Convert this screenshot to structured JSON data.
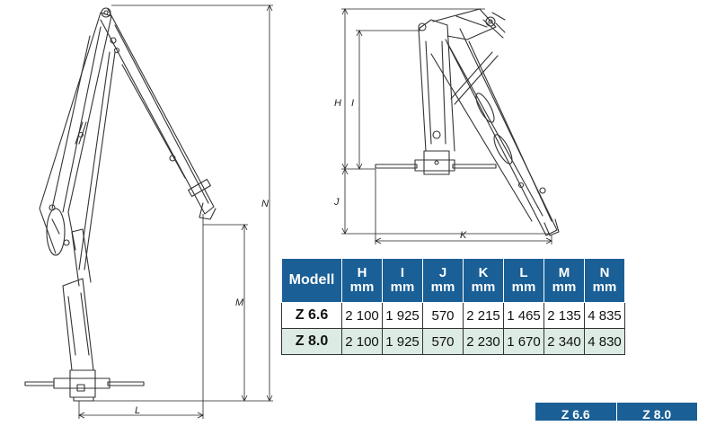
{
  "dimensions": {
    "H": "H",
    "I": "I",
    "J": "J",
    "K": "K",
    "L": "L",
    "M": "M",
    "N": "N"
  },
  "table": {
    "header": [
      "Modell",
      "H\nmm",
      "I\nmm",
      "J\nmm",
      "K\nmm",
      "L\nmm",
      "M\nmm",
      "N\nmm"
    ],
    "header_letters": [
      "H",
      "I",
      "J",
      "K",
      "L",
      "M",
      "N"
    ],
    "unit": "mm",
    "model_label": "Modell",
    "rows": [
      {
        "model": "Z 6.6",
        "values": [
          "2 100",
          "1 925",
          "570",
          "2 215",
          "1 465",
          "2 135",
          "4 835"
        ]
      },
      {
        "model": "Z 8.0",
        "values": [
          "2 100",
          "1 925",
          "570",
          "2 230",
          "1 670",
          "2 340",
          "4 830"
        ]
      }
    ]
  },
  "partial_table": {
    "columns": [
      "Z 6.6",
      "Z 8.0"
    ]
  },
  "colors": {
    "header_bg": "#1a5f96",
    "alt_row_bg": "#dcebe4"
  }
}
